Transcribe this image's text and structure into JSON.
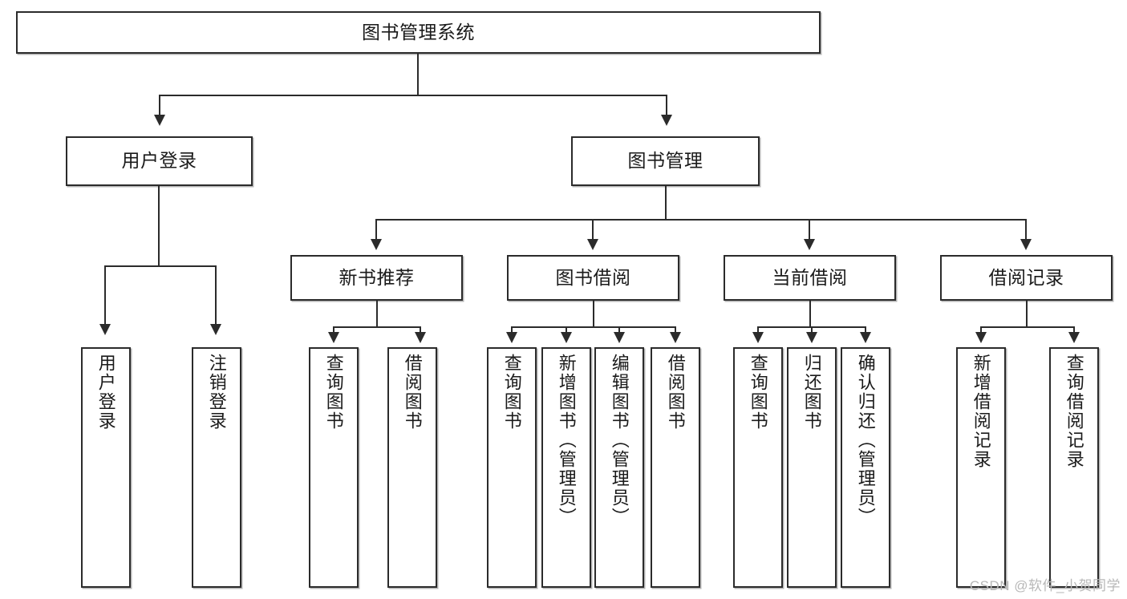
{
  "diagram": {
    "title": "图书管理系统",
    "type": "tree",
    "root": {
      "label": "图书管理系统",
      "level": 1
    },
    "level2": [
      {
        "label": "用户登录"
      },
      {
        "label": "图书管理"
      }
    ],
    "level3": [
      {
        "label": "新书推荐"
      },
      {
        "label": "图书借阅"
      },
      {
        "label": "当前借阅"
      },
      {
        "label": "借阅记录"
      }
    ],
    "leaves": {
      "user_login": [
        {
          "label": "用户登录"
        },
        {
          "label": "注销登录"
        }
      ],
      "new_book_recommend": [
        {
          "label": "查询图书"
        },
        {
          "label": "借阅图书"
        }
      ],
      "book_borrow": [
        {
          "label": "查询图书"
        },
        {
          "label": "新增图书（管理员）"
        },
        {
          "label": "编辑图书（管理员）"
        },
        {
          "label": "借阅图书"
        }
      ],
      "current_borrow": [
        {
          "label": "查询图书"
        },
        {
          "label": "归还图书"
        },
        {
          "label": "确认归还（管理员）"
        }
      ],
      "borrow_record": [
        {
          "label": "新增借阅记录"
        },
        {
          "label": "查询借阅记录"
        }
      ]
    }
  },
  "watermark": {
    "text": "CSDN @软件_小贺同学"
  },
  "colors": {
    "stroke": "#2b2b2b",
    "fill": "#ffffff",
    "text": "#1a1a1a",
    "watermark": "#b8b8b8"
  }
}
